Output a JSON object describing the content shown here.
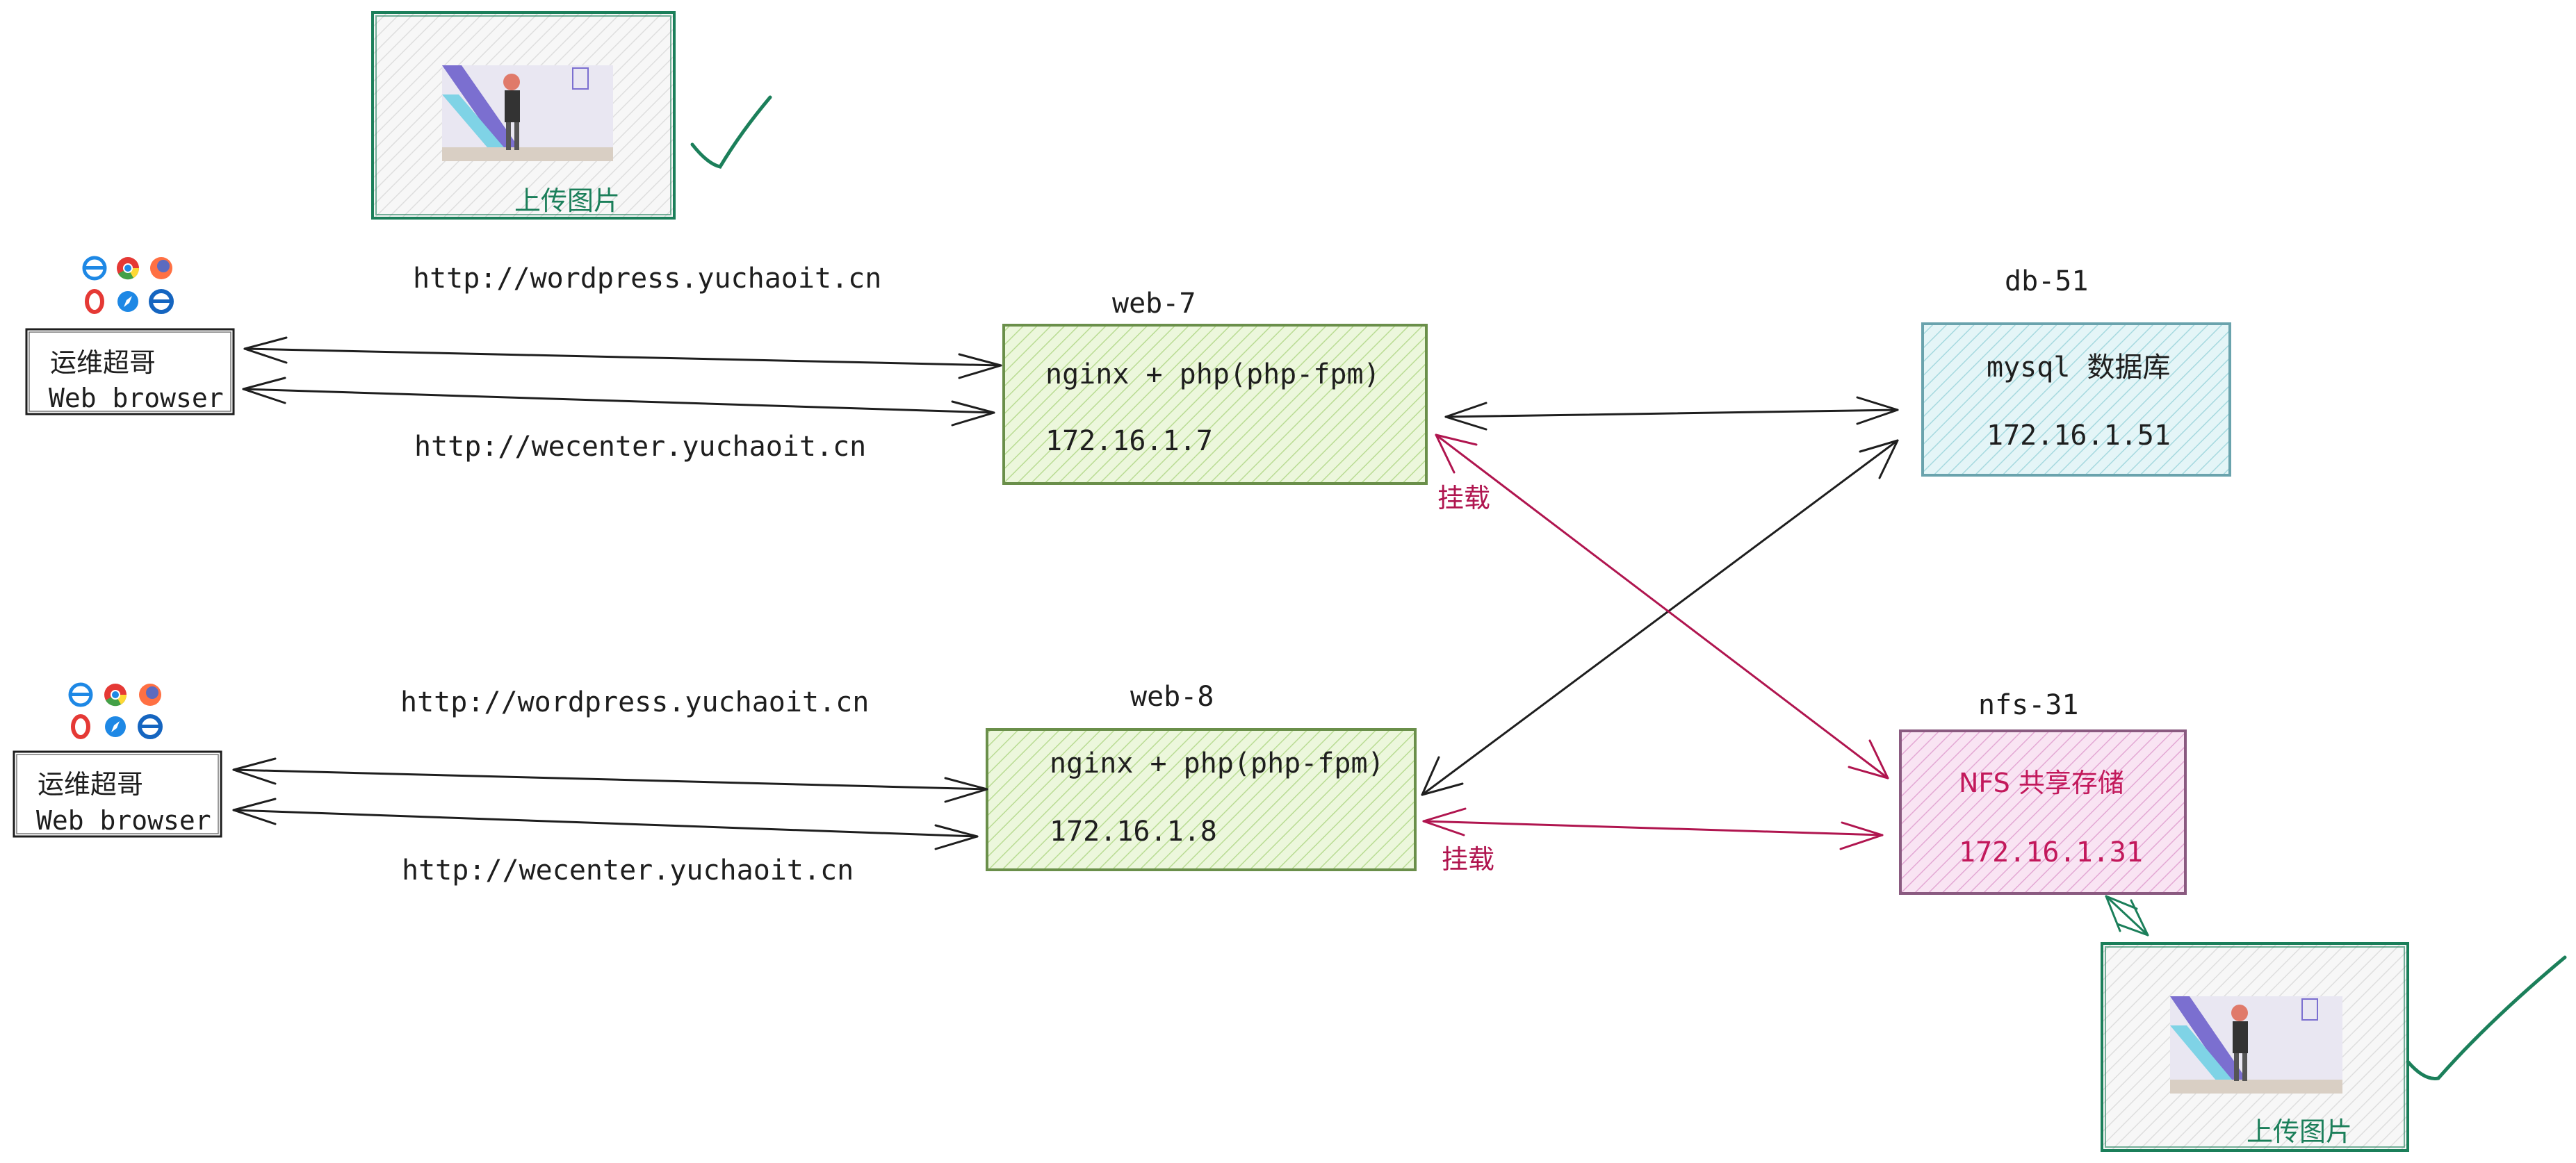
{
  "colors": {
    "ink": "#1e1e1e",
    "web_fill": "#d8f0b8",
    "web_stroke": "#6a8f4a",
    "db_fill": "#c9ebef",
    "db_stroke": "#6aa3ad",
    "nfs_fill": "#f1c6e6",
    "nfs_stroke": "#8a5a80",
    "nfs_text": "#c2185b",
    "mount": "#b0154f",
    "green": "#1b7f5a",
    "upload_fill": "#ececec"
  },
  "client_top": {
    "icons": [
      "ie-icon",
      "chrome-icon",
      "firefox-icon",
      "opera-icon",
      "safari-icon",
      "edge-icon"
    ],
    "line1": "运维超哥",
    "line2": "Web browser",
    "url_wordpress": "http://wordpress.yuchaoit.cn",
    "url_wecenter": "http://wecenter.yuchaoit.cn"
  },
  "client_bottom": {
    "icons": [
      "ie-icon",
      "chrome-icon",
      "firefox-icon",
      "opera-icon",
      "safari-icon",
      "edge-icon"
    ],
    "line1": "运维超哥",
    "line2": "Web browser",
    "url_wordpress": "http://wordpress.yuchaoit.cn",
    "url_wecenter": "http://wecenter.yuchaoit.cn"
  },
  "web7": {
    "name": "web-7",
    "service": "nginx + php(php-fpm)",
    "ip": "172.16.1.7"
  },
  "web8": {
    "name": "web-8",
    "service": "nginx + php(php-fpm)",
    "ip": "172.16.1.8"
  },
  "db": {
    "name": "db-51",
    "service": "mysql 数据库",
    "ip": "172.16.1.51"
  },
  "nfs": {
    "name": "nfs-31",
    "service": "NFS 共享存储",
    "ip": "172.16.1.31"
  },
  "mount_label_top": "挂载",
  "mount_label_bottom": "挂载",
  "upload_top": {
    "label": "上传图片",
    "check_icon": "checkmark-icon"
  },
  "upload_bottom": {
    "label": "上传图片",
    "check_icon": "checkmark-icon"
  }
}
